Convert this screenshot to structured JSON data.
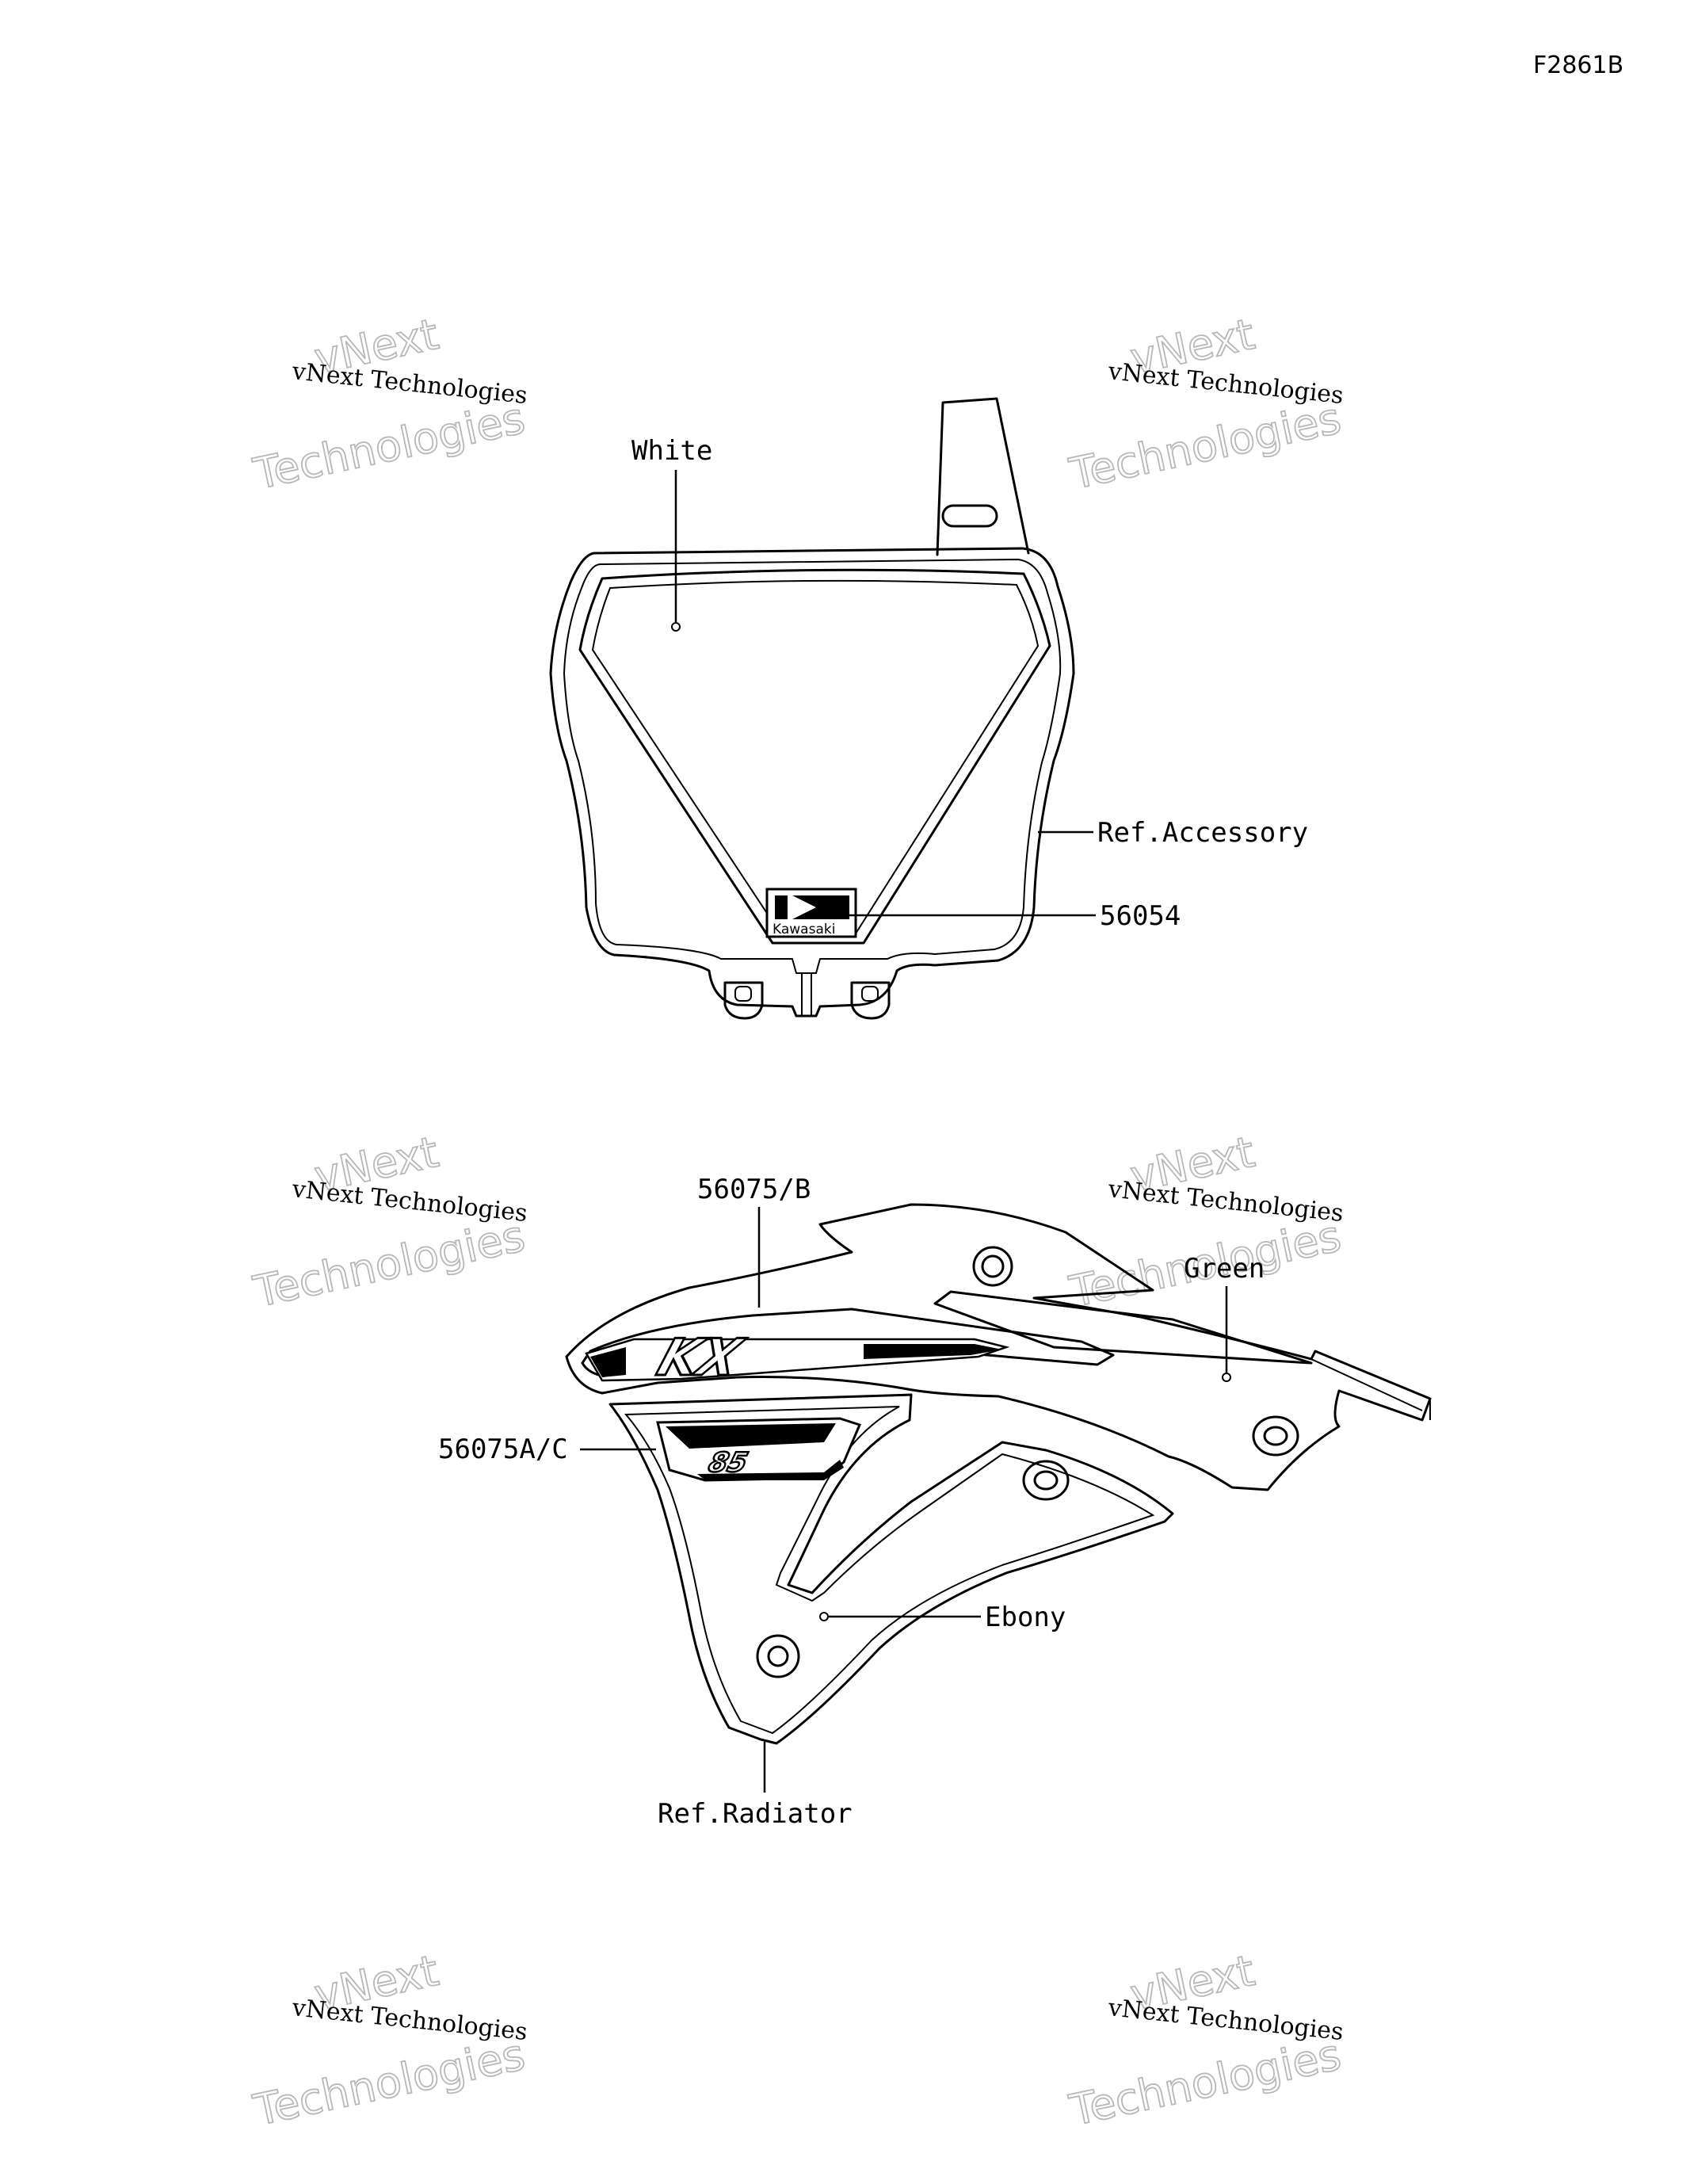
{
  "figure_code": "F2861B",
  "watermark": {
    "small": "vNext Technologies",
    "large_top": "vNext",
    "large_bottom": "Technologies"
  },
  "number_plate": {
    "callouts": {
      "color": "White",
      "reference": "Ref.Accessory",
      "part": "56054"
    },
    "logo_text": "Kawasaki"
  },
  "shroud": {
    "callouts": {
      "part_upper": "56075/B",
      "part_lower": "56075A/C",
      "color_upper": "Green",
      "color_lower": "Ebony",
      "reference": "Ref.Radiator"
    },
    "model_text": "KX",
    "model_number": "85"
  }
}
